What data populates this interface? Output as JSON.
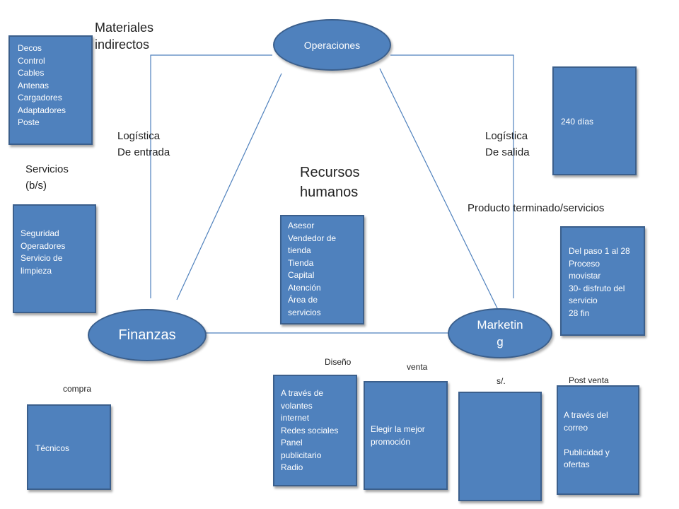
{
  "nodes": {
    "operaciones": "Operaciones",
    "finanzas": "Finanzas",
    "marketing": [
      "Marketin",
      "g"
    ]
  },
  "labels": {
    "materiales_indirectos": [
      "Materiales",
      "indirectos"
    ],
    "logistica_entrada": [
      "Logística",
      "De entrada"
    ],
    "logistica_salida": [
      "Logística",
      "De salida"
    ],
    "servicios": [
      "Servicios",
      "(b/s)"
    ],
    "recursos_humanos": [
      "Recursos",
      "humanos"
    ],
    "producto_terminado": "Producto terminado/servicios",
    "diseno": "Diseño",
    "venta": "venta",
    "soles": "s/.",
    "post_venta": "Post venta",
    "compra": "compra"
  },
  "boxes": {
    "materiales": [
      "Decos",
      "Control",
      "Cables",
      "Antenas",
      "Cargadores",
      "Adaptadores",
      "Poste"
    ],
    "dias": [
      "240  días"
    ],
    "servicios": [
      "Seguridad",
      "Operadores",
      "Servicio de",
      "limpieza"
    ],
    "recursos": [
      "Asesor",
      "Vendedor de",
      "tienda",
      "Tienda",
      "Capital",
      "Atención",
      "Área de",
      "servicios"
    ],
    "pasos": [
      "Del paso 1 al 28",
      "Proceso",
      "movistar",
      "30- disfruto del",
      "servicio",
      "28 fin"
    ],
    "tecnicos": [
      "Técnicos"
    ],
    "diseno": [
      "A través de",
      "volantes",
      "internet",
      "Redes sociales",
      "Panel",
      "publicitario",
      "Radio"
    ],
    "venta": [
      "Elegir la mejor",
      "promoción"
    ],
    "soles": [],
    "post_venta": [
      "A través del",
      "correo",
      "",
      "Publicidad y",
      "ofertas"
    ]
  },
  "colors": {
    "shape_fill": "#4f81bd",
    "shape_border": "#3b5f8c",
    "connector": "#4f81bd"
  }
}
